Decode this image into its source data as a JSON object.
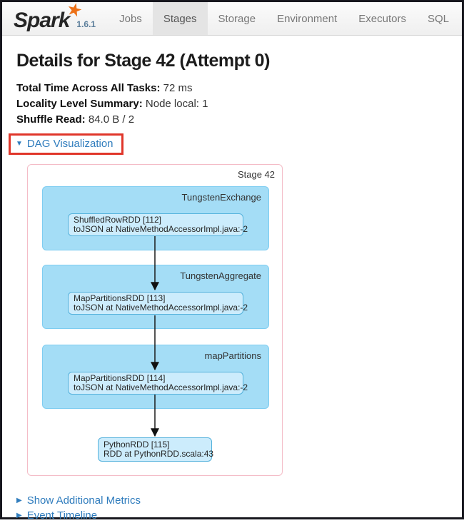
{
  "navbar": {
    "logo": "Spark",
    "star_icon": "★",
    "version": "1.6.1",
    "items": [
      {
        "label": "Jobs",
        "active": false
      },
      {
        "label": "Stages",
        "active": true
      },
      {
        "label": "Storage",
        "active": false
      },
      {
        "label": "Environment",
        "active": false
      },
      {
        "label": "Executors",
        "active": false
      },
      {
        "label": "SQL",
        "active": false
      }
    ]
  },
  "page": {
    "title": "Details for Stage 42 (Attempt 0)",
    "summary": [
      {
        "label": "Total Time Across All Tasks:",
        "value": "72 ms"
      },
      {
        "label": "Locality Level Summary:",
        "value": "Node local: 1"
      },
      {
        "label": "Shuffle Read:",
        "value": "84.0 B / 2"
      }
    ],
    "dag_toggle": {
      "arrow_icon": "▼",
      "label": "DAG Visualization"
    },
    "bottom_links": [
      {
        "arrow_icon": "▶",
        "label": "Show Additional Metrics"
      },
      {
        "arrow_icon": "▶",
        "label": "Event Timeline"
      }
    ]
  },
  "dag": {
    "stage_label": "Stage 42",
    "clusters": [
      {
        "name": "TungstenExchange",
        "node": {
          "line1": "ShuffledRowRDD [112]",
          "line2": "toJSON at NativeMethodAccessorImpl.java:-2"
        }
      },
      {
        "name": "TungstenAggregate",
        "node": {
          "line1": "MapPartitionsRDD [113]",
          "line2": "toJSON at NativeMethodAccessorImpl.java:-2"
        }
      },
      {
        "name": "mapPartitions",
        "node": {
          "line1": "MapPartitionsRDD [114]",
          "line2": "toJSON at NativeMethodAccessorImpl.java:-2"
        }
      }
    ],
    "final_node": {
      "line1": "PythonRDD [115]",
      "line2": "RDD at PythonRDD.scala:43"
    }
  },
  "colors": {
    "link": "#2f7cbd",
    "highlight": "#e0362a",
    "nav-text": "#777777",
    "nav-active-bg": "#e4e4e4",
    "star-orange": "#ed7117",
    "stage-border": "#f4bcc7",
    "cluster-fill": "#a4ddf6",
    "cluster-border": "#7ecdf1",
    "node-fill": "#ccecfc",
    "node-border": "#55b2dc"
  }
}
